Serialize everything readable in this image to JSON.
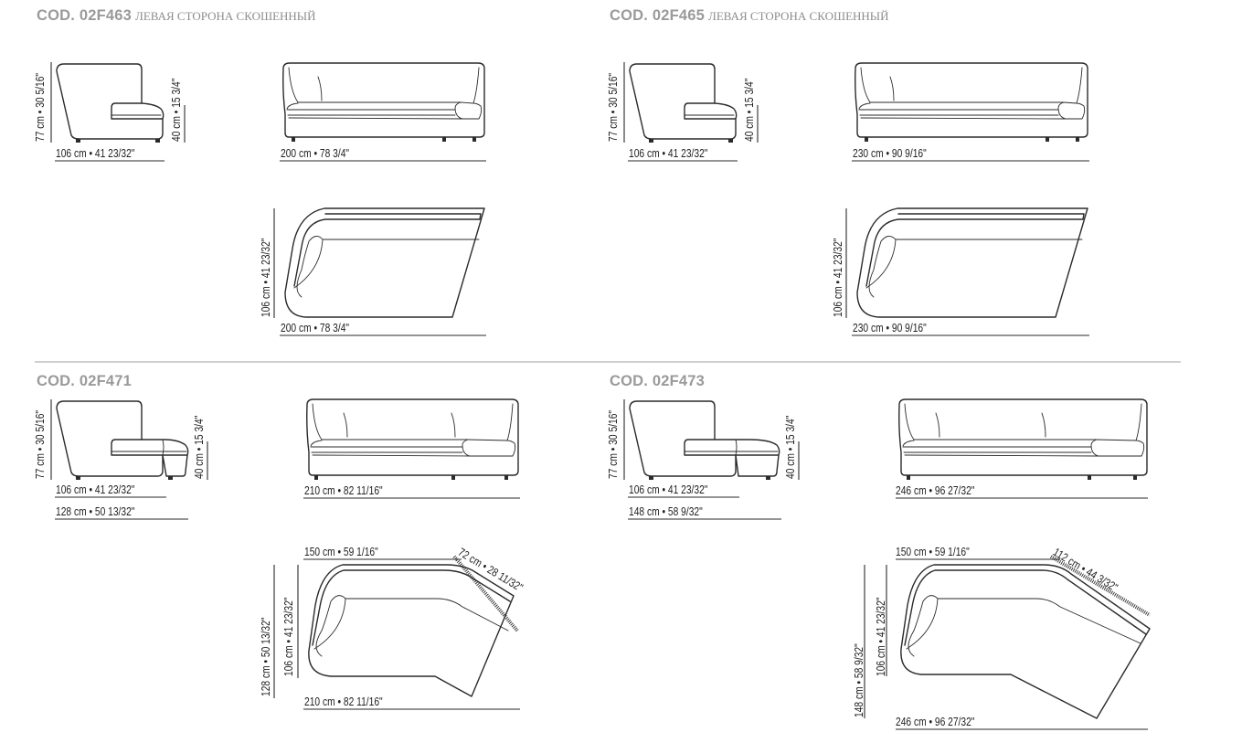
{
  "sections": [
    {
      "code": "COD. 02F463",
      "subtitle": "ЛЕВАЯ СТОРОНА СКОШЕННЫЙ",
      "side_height": "77 cm • 30 5/16\"",
      "side_seat_height": "40 cm • 15 3/4\"",
      "side_depth": "106 cm • 41 23/32\"",
      "front_width": "200 cm • 78 3/4\"",
      "top_depth": "106 cm • 41 23/32\"",
      "top_width": "200 cm • 78 3/4\""
    },
    {
      "code": "COD. 02F465",
      "subtitle": "ЛЕВАЯ СТОРОНА СКОШЕННЫЙ",
      "side_height": "77 cm • 30 5/16\"",
      "side_seat_height": "40 cm • 15 3/4\"",
      "side_depth": "106 cm • 41 23/32\"",
      "front_width": "230 cm • 90 9/16\"",
      "top_depth": "106 cm • 41 23/32\"",
      "top_width": "230 cm • 90 9/16\""
    },
    {
      "code": "COD. 02F471",
      "side_height": "77 cm • 30 5/16\"",
      "side_seat_height": "40 cm • 15 3/4\"",
      "side_depth": "106 cm • 41 23/32\"",
      "side_depth_total": "128 cm • 50 13/32\"",
      "front_width": "210 cm • 82 11/16\"",
      "top_back_width": "150 cm • 59 1/16\"",
      "top_angled": "72 cm • 28 11/32\"",
      "top_depth": "106 cm • 41 23/32\"",
      "top_depth_total": "128 cm • 50 13/32\"",
      "top_width": "210 cm • 82 11/16\""
    },
    {
      "code": "COD. 02F473",
      "side_height": "77 cm • 30 5/16\"",
      "side_seat_height": "40 cm • 15 3/4\"",
      "side_depth": "106 cm • 41 23/32\"",
      "side_depth_total": "148 cm • 58 9/32\"",
      "front_width": "246 cm • 96 27/32\"",
      "top_back_width": "150 cm • 59 1/16\"",
      "top_angled": "112 cm • 44 3/32\"",
      "top_depth": "106 cm • 41 23/32\"",
      "top_depth_total": "148 cm • 58 9/32\"",
      "top_width": "246 cm • 96 27/32\""
    }
  ]
}
